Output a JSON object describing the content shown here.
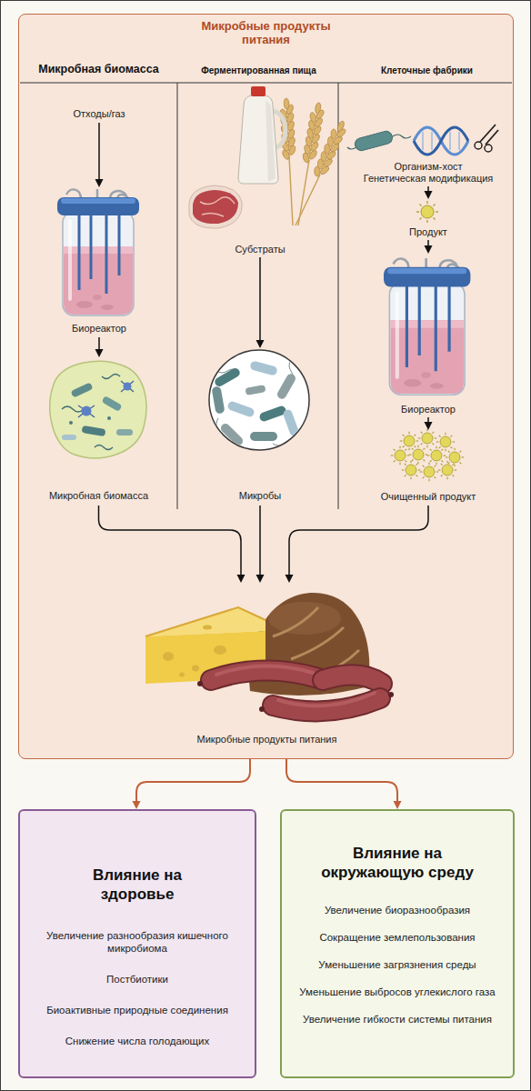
{
  "diagram": {
    "nodes": [
      {
        "text": [
          "Микробные продукты питания"
        ]
      },
      {
        "text": [
          "Микробная биомасса"
        ],
        "in": 0
      },
      {
        "text": [
          "Ферментированная пища"
        ],
        "in": 0
      },
      {
        "text": [
          "Клеточные фабрики"
        ],
        "in": 0
      },
      {
        "text": [
          "Отходы/газ"
        ],
        "in": 1
      },
      {
        "text": [
          "Биореактор"
        ],
        "in": 1
      },
      {
        "text": [
          "Микробная биомасса"
        ],
        "in": 1
      },
      {
        "text": [
          "Субстраты"
        ],
        "in": 2
      },
      {
        "text": [
          "Микробы"
        ],
        "in": 2
      },
      {
        "text": [
          "Организм-хост",
          "Генетическая модификация"
        ],
        "in": 3
      },
      {
        "text": [
          "Продукт"
        ],
        "in": 3
      },
      {
        "text": [
          "Биореактор"
        ],
        "in": 3
      },
      {
        "text": [
          "Очищенный продукт"
        ],
        "in": 3
      },
      {
        "text": [
          "Микробные продукты питания"
        ],
        "in": 0
      },
      {
        "text": [
          "Влияние на здоровье",
          "Увеличение разнообразия кишечного микробиома",
          "Постбиотики",
          "Биоактивные природные соединения",
          "Снижение числа голодающих"
        ]
      },
      {
        "text": [
          "Влияние на окружающую среду",
          "Увеличение биоразнообразия",
          "Сокращение землепользования",
          "Уменьшение загрязнения среды",
          "Уменьшение выбросов углекислого газа",
          "Увеличение гибкости системы питания"
        ]
      }
    ],
    "edges": [
      {
        "from": 4,
        "to": 5,
        "arrow": "to"
      },
      {
        "from": 5,
        "to": 6,
        "arrow": "to"
      },
      {
        "from": 7,
        "to": 8,
        "arrow": "to"
      },
      {
        "from": 9,
        "to": 10,
        "arrow": "to"
      },
      {
        "from": 10,
        "to": 11,
        "arrow": "to"
      },
      {
        "from": 11,
        "to": 12,
        "arrow": "to"
      },
      {
        "from": 6,
        "to": 13,
        "arrow": "to"
      },
      {
        "from": 8,
        "to": 13,
        "arrow": "to"
      },
      {
        "from": 12,
        "to": 13,
        "arrow": "to"
      },
      {
        "from": 0,
        "to": 14,
        "arrow": "to"
      },
      {
        "from": 0,
        "to": 15,
        "arrow": "to"
      }
    ]
  }
}
